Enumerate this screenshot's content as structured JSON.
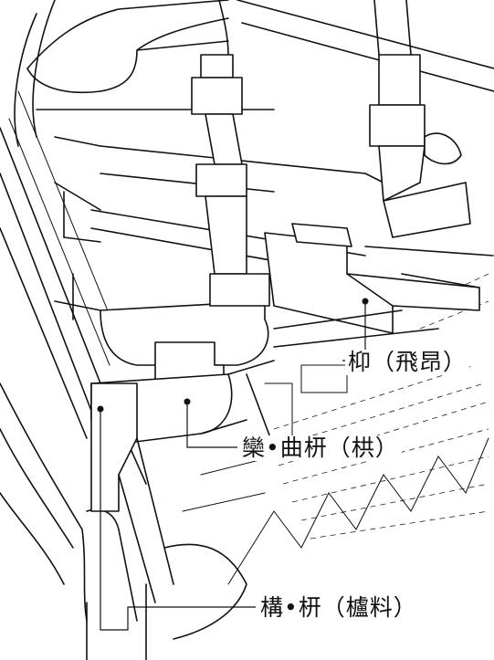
{
  "labels": {
    "upper": "枊（飛昂）",
    "middle": "欒•曲枅（栱）",
    "lower": "構•枅（櫨料）"
  }
}
